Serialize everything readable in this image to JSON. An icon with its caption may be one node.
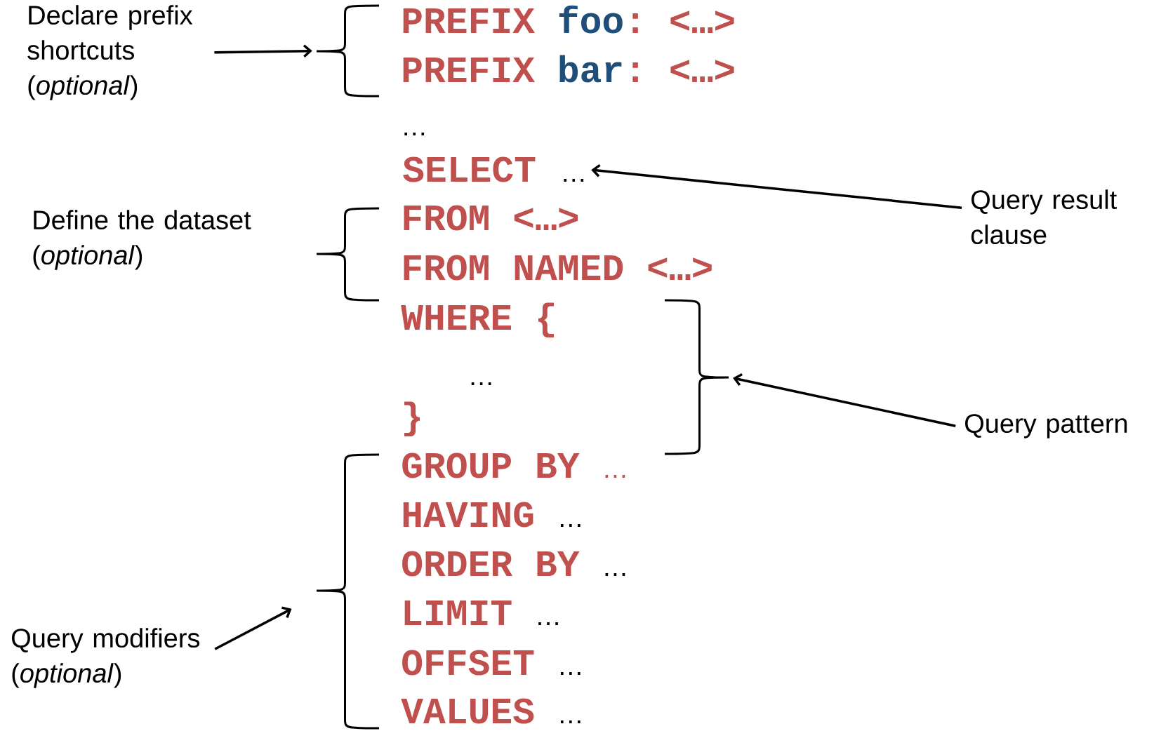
{
  "diagram": {
    "nodes": [
      {
        "text": [
          "Declare prefix shortcuts (*optional*)"
        ]
      },
      {
        "text": [],
        "shape": "brace"
      },
      {
        "text": [
          "Define the dataset (*optional*)"
        ]
      },
      {
        "text": [],
        "shape": "brace"
      },
      {
        "text": [
          "SELECT"
        ],
        "beside": [
          "…"
        ]
      },
      {
        "text": [
          "Query result clause"
        ]
      },
      {
        "text": [],
        "shape": "brace"
      },
      {
        "text": [
          "Query pattern"
        ]
      },
      {
        "text": [],
        "shape": "brace"
      },
      {
        "text": [
          "Query modifiers (*optional*)"
        ]
      }
    ],
    "edges": [
      {
        "from": 0,
        "to": 1,
        "arrow": "to"
      },
      {
        "from": 5,
        "to": 4,
        "arrow": "to"
      },
      {
        "from": 7,
        "to": 6,
        "arrow": "to"
      },
      {
        "from": 9,
        "to": 8,
        "arrow": "to"
      }
    ],
    "labels": [
      "PREFIX",
      "foo",
      ":",
      "<…>",
      "PREFIX",
      "bar",
      ":",
      "<…>",
      "…",
      "FROM",
      "<…>",
      "FROM NAMED",
      "<…>",
      "WHERE {",
      "…",
      "}",
      "GROUP BY",
      "…",
      "HAVING",
      "…",
      "ORDER BY",
      "…",
      "LIMIT",
      "…",
      "OFFSET",
      "…",
      "VALUES",
      "…"
    ]
  }
}
